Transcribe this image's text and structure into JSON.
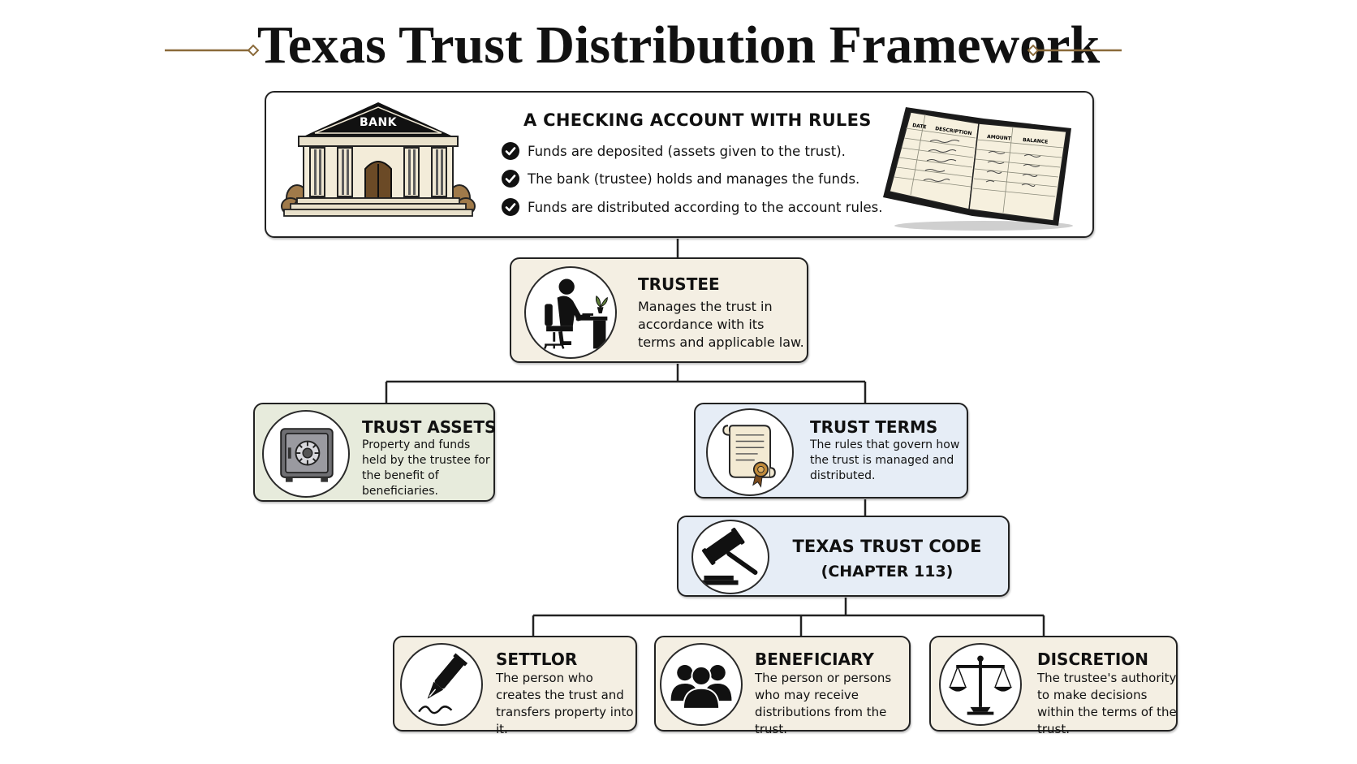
{
  "title": "Texas Trust Distribution Framework",
  "colors": {
    "ornament": "#8a6a3a",
    "cream": "#f4efe3",
    "sage": "#e7ebdc",
    "blue": "#e6edf6",
    "ink": "#111111"
  },
  "account": {
    "heading": "A CHECKING ACCOUNT WITH RULES",
    "bank_sign": "BANK",
    "rules": [
      "Funds are deposited (assets given to the trust).",
      "The bank (trustee) holds and manages the funds.",
      "Funds are distributed according to the account rules."
    ],
    "ledger_columns": [
      "DATE",
      "DESCRIPTION",
      "AMOUNT",
      "BALANCE"
    ],
    "icons": [
      "bank-building-icon",
      "ledger-book-icon",
      "checkmark-icon"
    ]
  },
  "trustee": {
    "heading": "TRUSTEE",
    "description": "Manages the trust in accordance with its terms and applicable law.",
    "icon": "person-at-desk-icon"
  },
  "assets": {
    "heading": "TRUST ASSETS",
    "description": "Property and funds held by the trustee for the benefit of beneficiaries.",
    "icon": "safe-icon"
  },
  "terms": {
    "heading": "TRUST TERMS",
    "description": "The rules that govern how the trust is managed and distributed.",
    "icon": "scroll-icon"
  },
  "code": {
    "heading": "TEXAS TRUST CODE",
    "subheading": "(CHAPTER 113)",
    "icon": "gavel-icon"
  },
  "settlor": {
    "heading": "SETTLOR",
    "description": "The person who creates the trust and transfers property into it.",
    "icon": "pen-icon"
  },
  "beneficiary": {
    "heading": "BENEFICIARY",
    "description": "The person or persons who may receive distributions from the trust.",
    "icon": "group-icon"
  },
  "discretion": {
    "heading": "DISCRETION",
    "description": "The trustee's authority to make decisions within the terms of the trust.",
    "icon": "scales-icon"
  }
}
